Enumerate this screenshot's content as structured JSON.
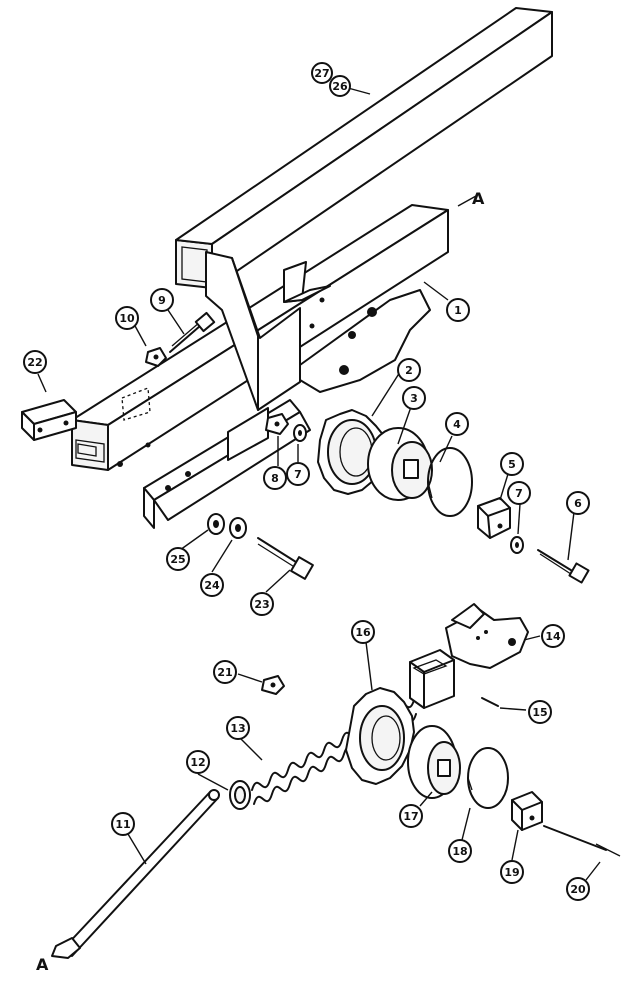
{
  "callouts": {
    "c1": "1",
    "c2": "2",
    "c3": "3",
    "c4": "4",
    "c5": "5",
    "c6": "6",
    "c7a": "7",
    "c7b": "7",
    "c8": "8",
    "c9": "9",
    "c10": "10",
    "c11": "11",
    "c12": "12",
    "c13": "13",
    "c14": "14",
    "c15": "15",
    "c16": "16",
    "c17": "17",
    "c18": "18",
    "c19": "19",
    "c20": "20",
    "c21": "21",
    "c22": "22",
    "c23": "23",
    "c24": "24",
    "c25": "25",
    "c26": "26",
    "c27": "27"
  },
  "reference_marks": {
    "top": "A",
    "bottom": "A"
  }
}
